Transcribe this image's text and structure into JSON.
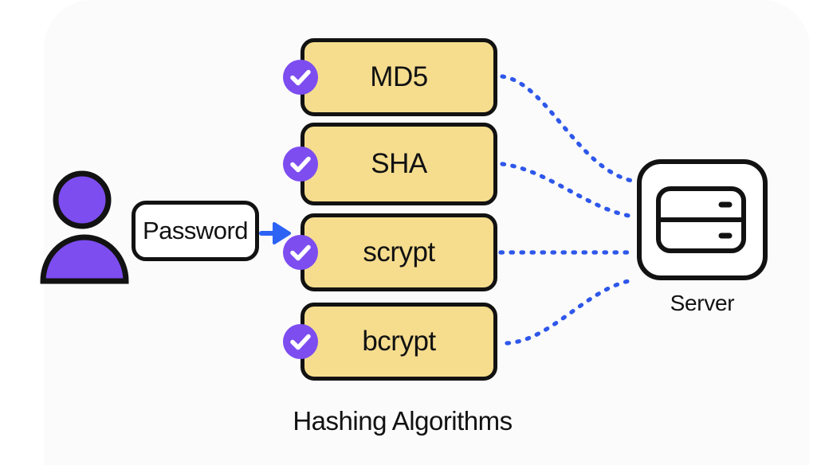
{
  "colors": {
    "card-bg": "#fbfbfb",
    "outline": "#121212",
    "text": "#121212",
    "box-yellow": "#f6dd8e",
    "accent-purple": "#7d4df0",
    "line-blue": "#2e57ea",
    "arrow-blue": "#2c63f4"
  },
  "icons": {
    "user": "person-icon",
    "server": "server-icon",
    "check": "check-icon",
    "arrow": "arrow-right-icon"
  },
  "diagram": {
    "password_box": {
      "label": "Password"
    },
    "algorithms": {
      "caption": "Hashing Algorithms",
      "items": [
        {
          "label": "MD5",
          "checked": true
        },
        {
          "label": "SHA",
          "checked": true
        },
        {
          "label": "scrypt",
          "checked": true
        },
        {
          "label": "bcrypt",
          "checked": true
        }
      ]
    },
    "server": {
      "label": "Server"
    },
    "connections": [
      {
        "from": "MD5",
        "to": "Server",
        "style": "dotted"
      },
      {
        "from": "SHA",
        "to": "Server",
        "style": "dotted"
      },
      {
        "from": "scrypt",
        "to": "Server",
        "style": "dotted"
      },
      {
        "from": "bcrypt",
        "to": "Server",
        "style": "dotted"
      }
    ]
  }
}
